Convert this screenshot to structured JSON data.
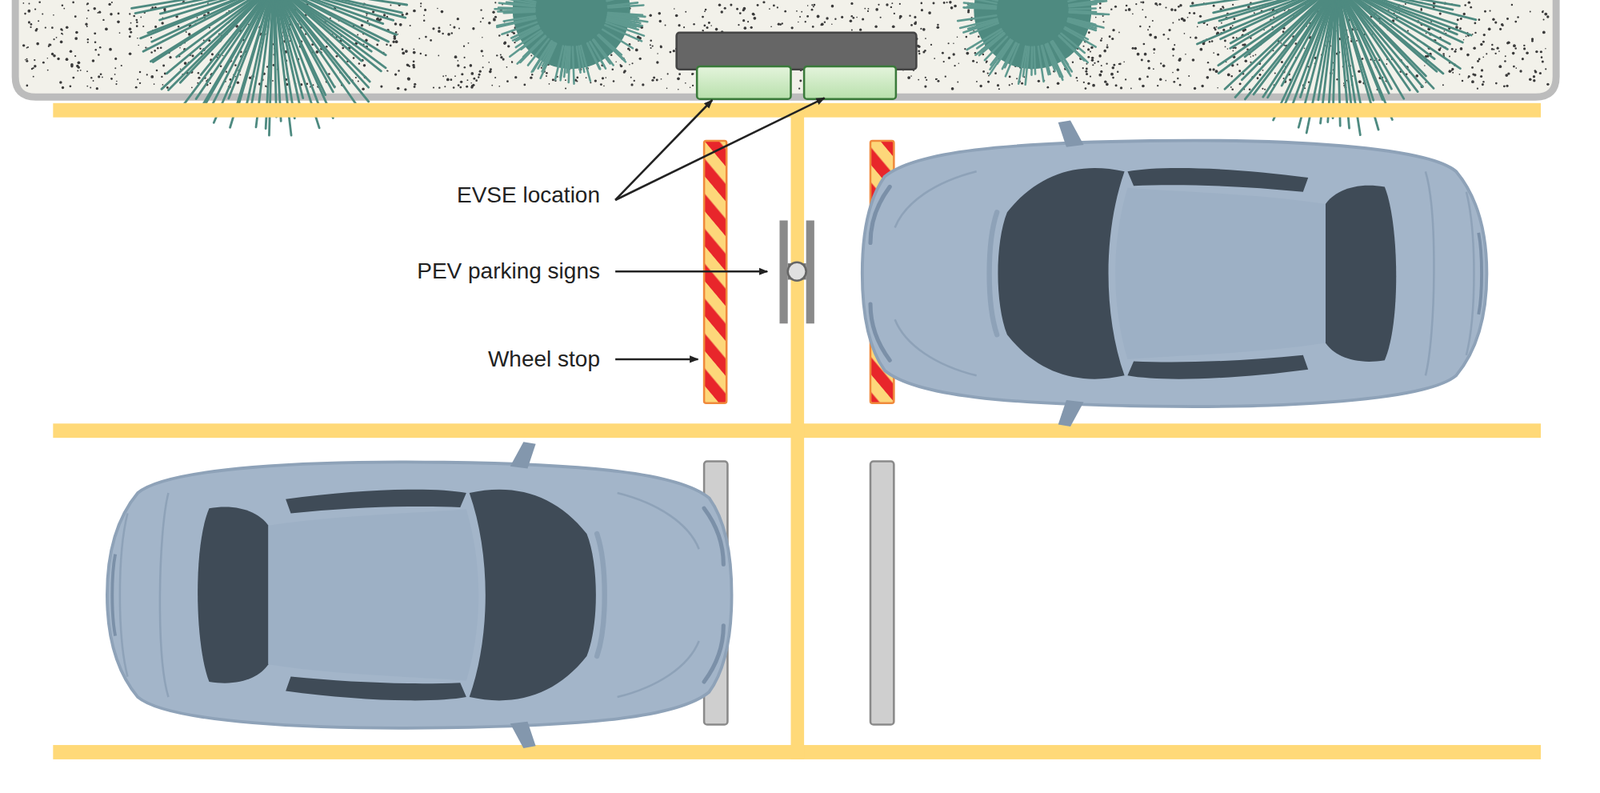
{
  "diagram": {
    "labels": [
      "EVSE location",
      "PEV parking signs",
      "Wheel stop"
    ]
  }
}
